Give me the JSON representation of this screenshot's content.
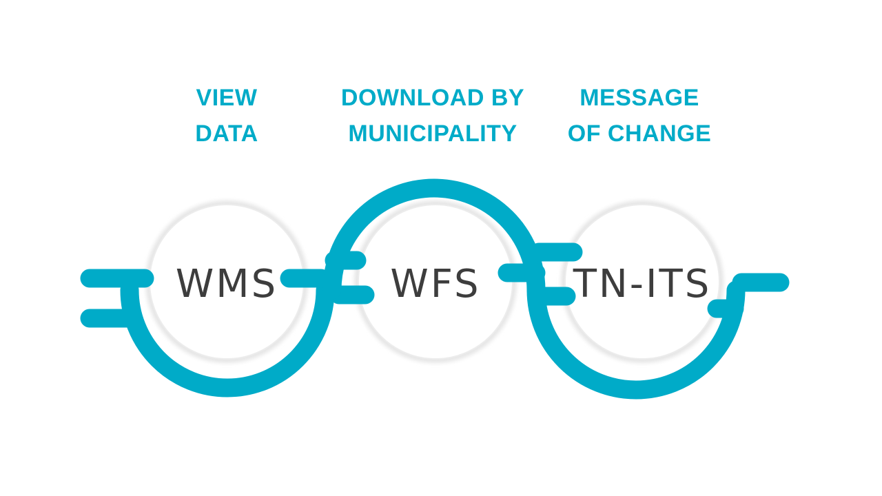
{
  "colors": {
    "accent": "#00abc8",
    "label": "#3d3d3d",
    "circle_fill": "#ffffff",
    "circle_ring": "#ececec"
  },
  "services": [
    {
      "title_line1": "VIEW",
      "title_line2": "DATA",
      "label": "WMS"
    },
    {
      "title_line1": "DOWNLOAD BY",
      "title_line2": "MUNICIPALITY",
      "label": "WFS"
    },
    {
      "title_line1": "MESSAGE",
      "title_line2": "OF CHANGE",
      "label": "TN-ITS"
    }
  ]
}
